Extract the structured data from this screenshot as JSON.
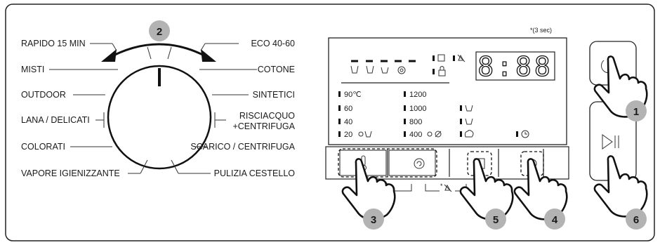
{
  "dial": {
    "selector_number": "2",
    "programs_left": [
      "RAPIDO 15 MIN",
      "MISTI",
      "OUTDOOR",
      "LANA / DELICATI",
      "COLORATI",
      "VAPORE IGIENIZZANTE"
    ],
    "programs_right": [
      "ECO 40-60",
      "COTONE",
      "SINTETICI",
      "RISCIACQUO",
      "+CENTRIFUGA",
      "SCARICO / CENTRIFUGA",
      "PULIZIA CESTELLO"
    ]
  },
  "display": {
    "hold_note": "*(3 sec)",
    "digits": "8:88",
    "temperatures": [
      "90℃",
      "60",
      "40",
      "20"
    ],
    "spin_speeds": [
      "1200",
      "1000",
      "800",
      "400"
    ]
  },
  "buttons": {
    "hold_lock": "*",
    "hold_mute": "*"
  },
  "callouts": {
    "power": "1",
    "dial": "2",
    "temperature": "3",
    "timer": "4",
    "options": "5",
    "start_pause": "6"
  }
}
